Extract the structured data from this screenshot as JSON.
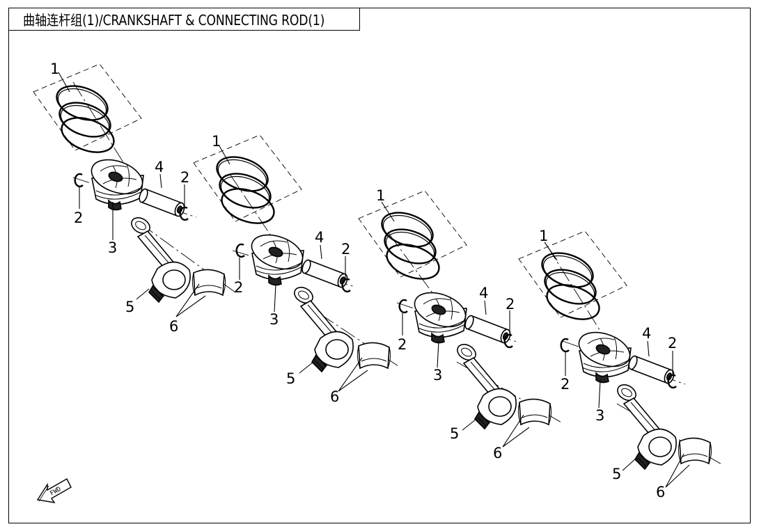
{
  "title": "曲轴连杆组(1)/CRANKSHAFT & CONNECTING ROD(1)",
  "callouts": {
    "piston_ring_set": "1",
    "circlip": "2",
    "piston": "3",
    "piston_pin": "4",
    "connecting_rod": "5",
    "bearing_shell": "6"
  },
  "forward_indicator": "FWD"
}
